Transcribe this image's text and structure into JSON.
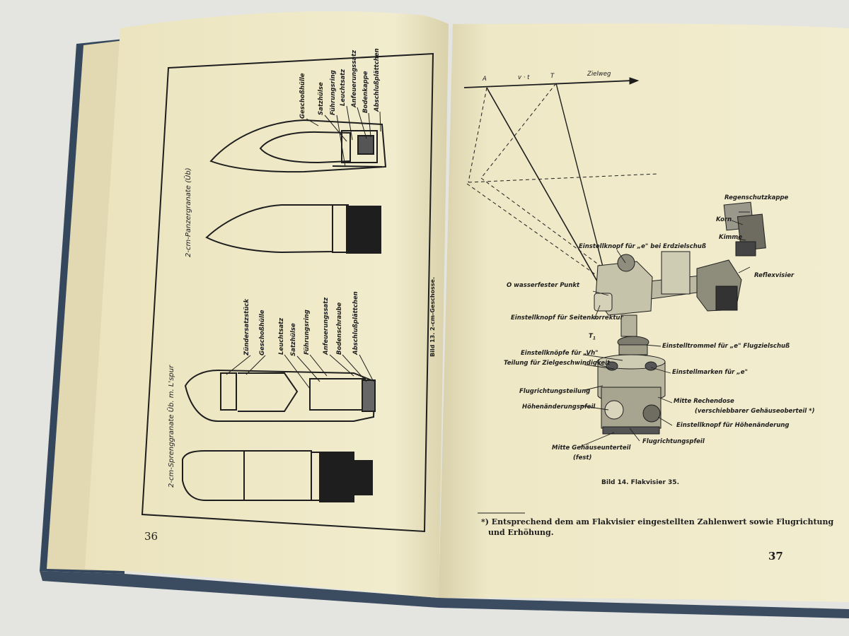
{
  "left_page": {
    "page_number": "36",
    "panzergranate": {
      "title": "2-cm-Panzergranate (Üb)",
      "parts": [
        "Geschoßhülle",
        "Satzhülse",
        "Führungsring",
        "Leuchtsatz",
        "Anfeuerungssatz",
        "Bodenkappe",
        "Abschlußplättchen"
      ]
    },
    "sprenggranate": {
      "title": "2-cm-Sprenggranate Üb. m. L'spur",
      "parts": [
        "Zündersatzstück",
        "Geschoßhülle",
        "Leuchtsatz",
        "Satzhülse",
        "Führungsring",
        "Anfeuerungssatz",
        "Bodenschraube",
        "Abschlußplättchen"
      ]
    }
  },
  "gutter_caption": "Bild 13. 2-cm-Geschosse.",
  "right_page": {
    "page_number": "37",
    "top_labels": {
      "a": "A",
      "vt": "v · t",
      "t": "T",
      "zielweg": "Zielweg"
    },
    "t1": "T",
    "t1_sub": "1",
    "labels": {
      "regenschutzkappe": "Regenschutzkappe",
      "korn": "Korn",
      "kimme": "Kimme",
      "reflexvisier": "Reflexvisier",
      "einstellknopf_e": "Einstellknopf für „e\" bei Erdzielschuß",
      "wasserfester_punkt": "O wasserfester Punkt",
      "seitenkorrektur": "Einstellknopf für Seitenkorrektur",
      "einstelltrommel": "Einstelltrommel für „e\" Flugzielschuß",
      "einstellknoepfe_vh": "Einstellknöpfe für „Vh\"",
      "teilung": "Teilung für Zielgeschwindigkeit",
      "einstellmarken": "Einstellmarken für „e\"",
      "flugrichtungsteilung": "Flugrichtungsteilung",
      "mitte_rechendose": "Mitte Rechendose",
      "verschiebbarer": "(verschiebbarer Gehäuseoberteil *)",
      "hoehenaenderungspfeil": "Höhenänderungspfeil",
      "einstellknopf_hoehe": "Einstellknopf für Höhenänderung",
      "flugrichtungspfeil": "Flugrichtungspfeil",
      "mitte_gehaeuseunterteil": "Mitte Gehäuseunterteil",
      "fest": "(fest)"
    },
    "caption": "Bild 14.  Flakvisier 35.",
    "footnote_line1": "*) Entsprechend dem am Flakvisier eingestellten Zahlenwert sowie Flugrichtung",
    "footnote_line2": "und Erhöhung."
  },
  "colors": {
    "background": "#e4e4e0",
    "page": "#efe9c8",
    "cover": "#35475d",
    "ink": "#1e1e1e"
  }
}
